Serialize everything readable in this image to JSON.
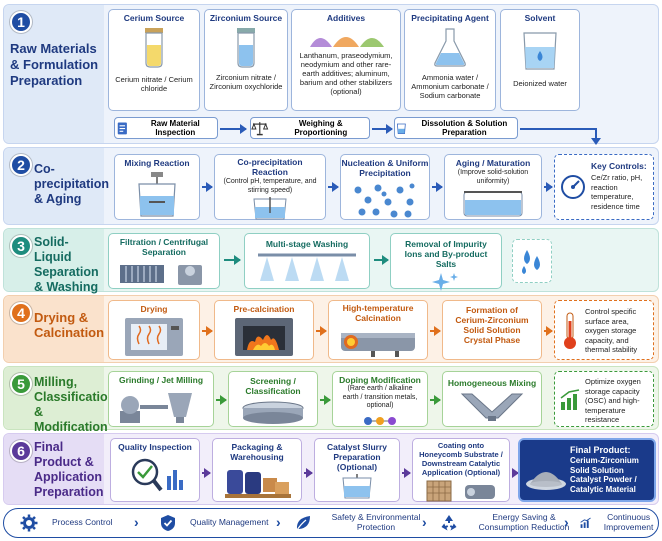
{
  "stages": [
    {
      "number": "1",
      "title": "Raw Materials & Formulation Preparation",
      "color": "#1f4da3",
      "boxes": [
        {
          "title": "Cerium Source",
          "desc": "Cerium nitrate / Cerium chloride"
        },
        {
          "title": "Zirconium Source",
          "desc": "Zirconium nitrate / Zirconium oxychloride"
        },
        {
          "title": "Additives",
          "desc": "Lanthanum, praseodymium, neodymium and other rare-earth additives; aluminum, barium and other stabilizers (optional)"
        },
        {
          "title": "Precipitating Agent",
          "desc": "Ammonia water / Ammonium carbonate / Sodium carbonate"
        },
        {
          "title": "Solvent",
          "desc": "Deionized water"
        }
      ],
      "substeps": [
        "Raw Material Inspection",
        "Weighing & Proportioning",
        "Dissolution & Solution Preparation"
      ]
    },
    {
      "number": "2",
      "title": "Co-precipitation & Aging",
      "color": "#1f4da3",
      "boxes": [
        {
          "title": "Mixing Reaction",
          "desc": ""
        },
        {
          "title": "Co-precipitation Reaction",
          "desc": "(Control pH, temperature, and stirring speed)"
        },
        {
          "title": "Nucleation & Uniform Precipitation",
          "desc": ""
        },
        {
          "title": "Aging / Maturation",
          "desc": "(Improve solid-solution uniformity)"
        }
      ],
      "key_title": "Key Controls:",
      "key_desc": "Ce/Zr ratio, pH, reaction temperature, residence time"
    },
    {
      "number": "3",
      "title": "Solid-Liquid Separation & Washing",
      "color": "#1e8c7e",
      "boxes": [
        {
          "title": "Filtration / Centrifugal Separation",
          "desc": ""
        },
        {
          "title": "Multi-stage Washing",
          "desc": ""
        },
        {
          "title": "Removal of Impurity Ions and By-product Salts",
          "desc": ""
        }
      ]
    },
    {
      "number": "4",
      "title": "Drying & Calcination",
      "color": "#e0701c",
      "boxes": [
        {
          "title": "Drying",
          "desc": ""
        },
        {
          "title": "Pre-calcination",
          "desc": ""
        },
        {
          "title": "High-temperature Calcination",
          "desc": ""
        },
        {
          "title": "Formation of Cerium-Zirconium Solid Solution Crystal Phase",
          "desc": ""
        }
      ],
      "note": "Control specific surface area, oxygen storage capacity, and thermal stability"
    },
    {
      "number": "5",
      "title": "Milling, Classification & Modification",
      "color": "#3a9a3a",
      "boxes": [
        {
          "title": "Grinding / Jet Milling",
          "desc": ""
        },
        {
          "title": "Screening / Classification",
          "desc": ""
        },
        {
          "title": "Doping Modification",
          "desc": "(Rare earth / alkaline earth / transition metals, optional)"
        },
        {
          "title": "Homogeneous Mixing",
          "desc": ""
        }
      ],
      "note": "Optimize oxygen storage capacity (OSC) and high-temperature resistance"
    },
    {
      "number": "6",
      "title": "Final Product & Application Preparation",
      "color": "#5b3a9a",
      "boxes": [
        {
          "title": "Quality Inspection",
          "desc": ""
        },
        {
          "title": "Packaging & Warehousing",
          "desc": ""
        },
        {
          "title": "Catalyst Slurry Preparation (Optional)",
          "desc": ""
        },
        {
          "title": "Coating onto Honeycomb Substrate / Downstream Catalytic Application (Optional)",
          "desc": ""
        }
      ],
      "final_title": "Final Product:",
      "final_desc": "Cerium-Zirconium Solid Solution Catalyst Powder / Catalytic Material"
    }
  ],
  "footer": [
    {
      "label": "Process Control",
      "icon": "gear-icon"
    },
    {
      "label": "Quality Management",
      "icon": "shield-check-icon"
    },
    {
      "label": "Safety & Environmental Protection",
      "icon": "leaf-icon"
    },
    {
      "label": "Energy Saving & Consumption Reduction",
      "icon": "recycle-icon"
    },
    {
      "label": "Continuous Improvement",
      "icon": "growth-chart-icon"
    }
  ]
}
